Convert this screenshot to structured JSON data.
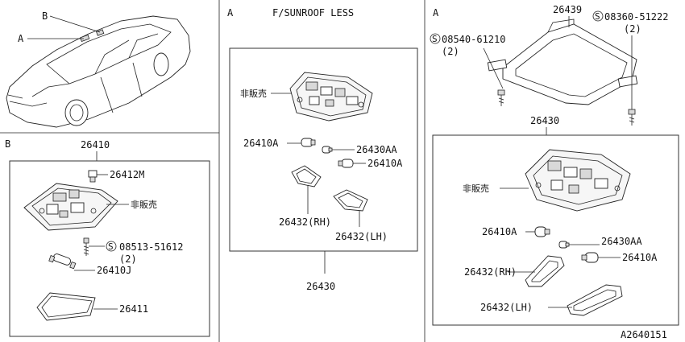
{
  "panel_b_top": {
    "callout_b": "B",
    "callout_a": "A"
  },
  "panel_b": {
    "letter": "B",
    "label_26410": "26410",
    "label_26412m": "26412M",
    "label_hihanbai": "非販売",
    "screw_mark": "S",
    "screw_part": "08513-51612",
    "screw_qty": "(2)",
    "label_26410j": "26410J",
    "label_26411": "26411"
  },
  "panel_a_middle": {
    "letter": "A",
    "title": "F/SUNROOF LESS",
    "label_hihanbai": "非販売",
    "label_26410a_left": "26410A",
    "label_26430aa": "26430AA",
    "label_26410a_right": "26410A",
    "label_26432rh": "26432(RH)",
    "label_26432lh": "26432(LH)",
    "label_26430": "26430"
  },
  "panel_a_right": {
    "letter": "A",
    "label_26439": "26439",
    "screw1_mark": "S",
    "screw1_part": "08360-51222",
    "screw1_qty": "(2)",
    "screw2_mark": "S",
    "screw2_part": "08540-61210",
    "screw2_qty": "(2)",
    "label_26430": "26430",
    "label_hihanbai": "非販売",
    "label_26410a_left": "26410A",
    "label_26430aa": "26430AA",
    "label_26410a_right": "26410A",
    "label_26432rh": "26432(RH)",
    "label_26432lh": "26432(LH)"
  },
  "diagram_id": "A2640151"
}
